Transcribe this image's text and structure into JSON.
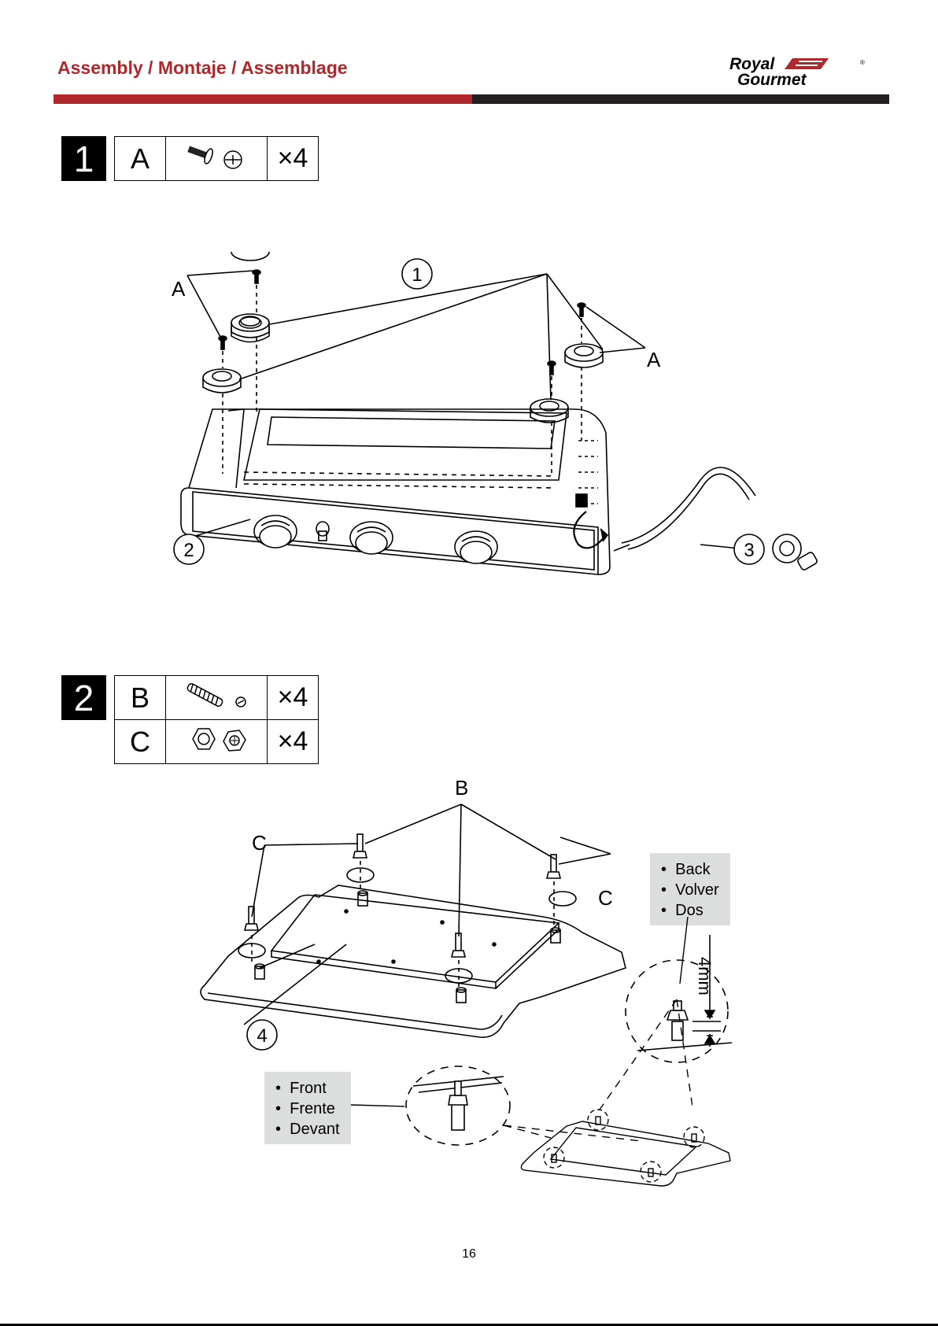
{
  "header": {
    "title": "Assembly / Montaje / Assemblage",
    "logo_line1": "Royal",
    "logo_line2": "Gourmet",
    "logo_mark": "®"
  },
  "step1": {
    "number": "1",
    "parts": [
      {
        "letter": "A",
        "icon": "screw-icon",
        "qty": "×4"
      }
    ],
    "callouts": {
      "a": "A",
      "one": "1",
      "two": "2",
      "three": "3"
    }
  },
  "step2": {
    "number": "2",
    "parts": [
      {
        "letter": "B",
        "icon": "threaded-stud-icon",
        "qty": "×4"
      },
      {
        "letter": "C",
        "icon": "nut-icon",
        "qty": "×4"
      }
    ],
    "callouts": {
      "b": "B",
      "c": "C",
      "four": "4",
      "dimension": "4mm"
    },
    "back_label": [
      "Back",
      "Volver",
      "Dos"
    ],
    "front_label": [
      "Front",
      "Frente",
      "Devant"
    ]
  },
  "footer": {
    "page_number": "16"
  },
  "colors": {
    "brand_red": "#b0282b",
    "dark_bar": "#231f20",
    "label_bg": "#dcdddd"
  }
}
